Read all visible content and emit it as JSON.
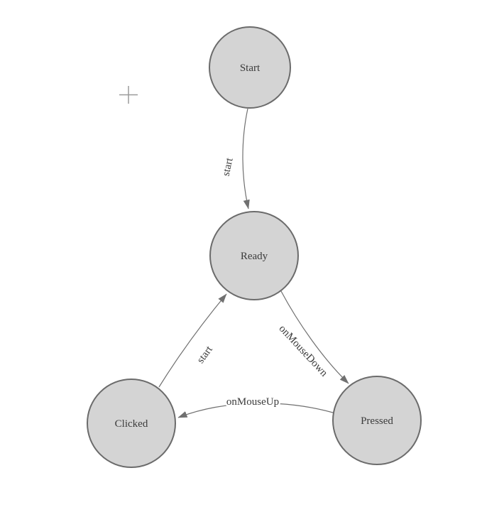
{
  "diagram": {
    "type": "state-machine",
    "colors": {
      "background": "#ffffff",
      "node_fill": "#d4d4d4",
      "node_stroke": "#6b6b6b",
      "edge_stroke": "#707070",
      "label_text": "#3b3b3b"
    },
    "nodes": [
      {
        "id": "start",
        "label": "Start"
      },
      {
        "id": "ready",
        "label": "Ready"
      },
      {
        "id": "clicked",
        "label": "Clicked"
      },
      {
        "id": "pressed",
        "label": "Pressed"
      }
    ],
    "edges": [
      {
        "from": "start",
        "to": "ready",
        "label": "start"
      },
      {
        "from": "ready",
        "to": "pressed",
        "label": "onMouseDown"
      },
      {
        "from": "pressed",
        "to": "clicked",
        "label": "onMouseUp"
      },
      {
        "from": "clicked",
        "to": "ready",
        "label": "start"
      }
    ],
    "icons": {
      "crosshair_cursor": "+"
    }
  }
}
